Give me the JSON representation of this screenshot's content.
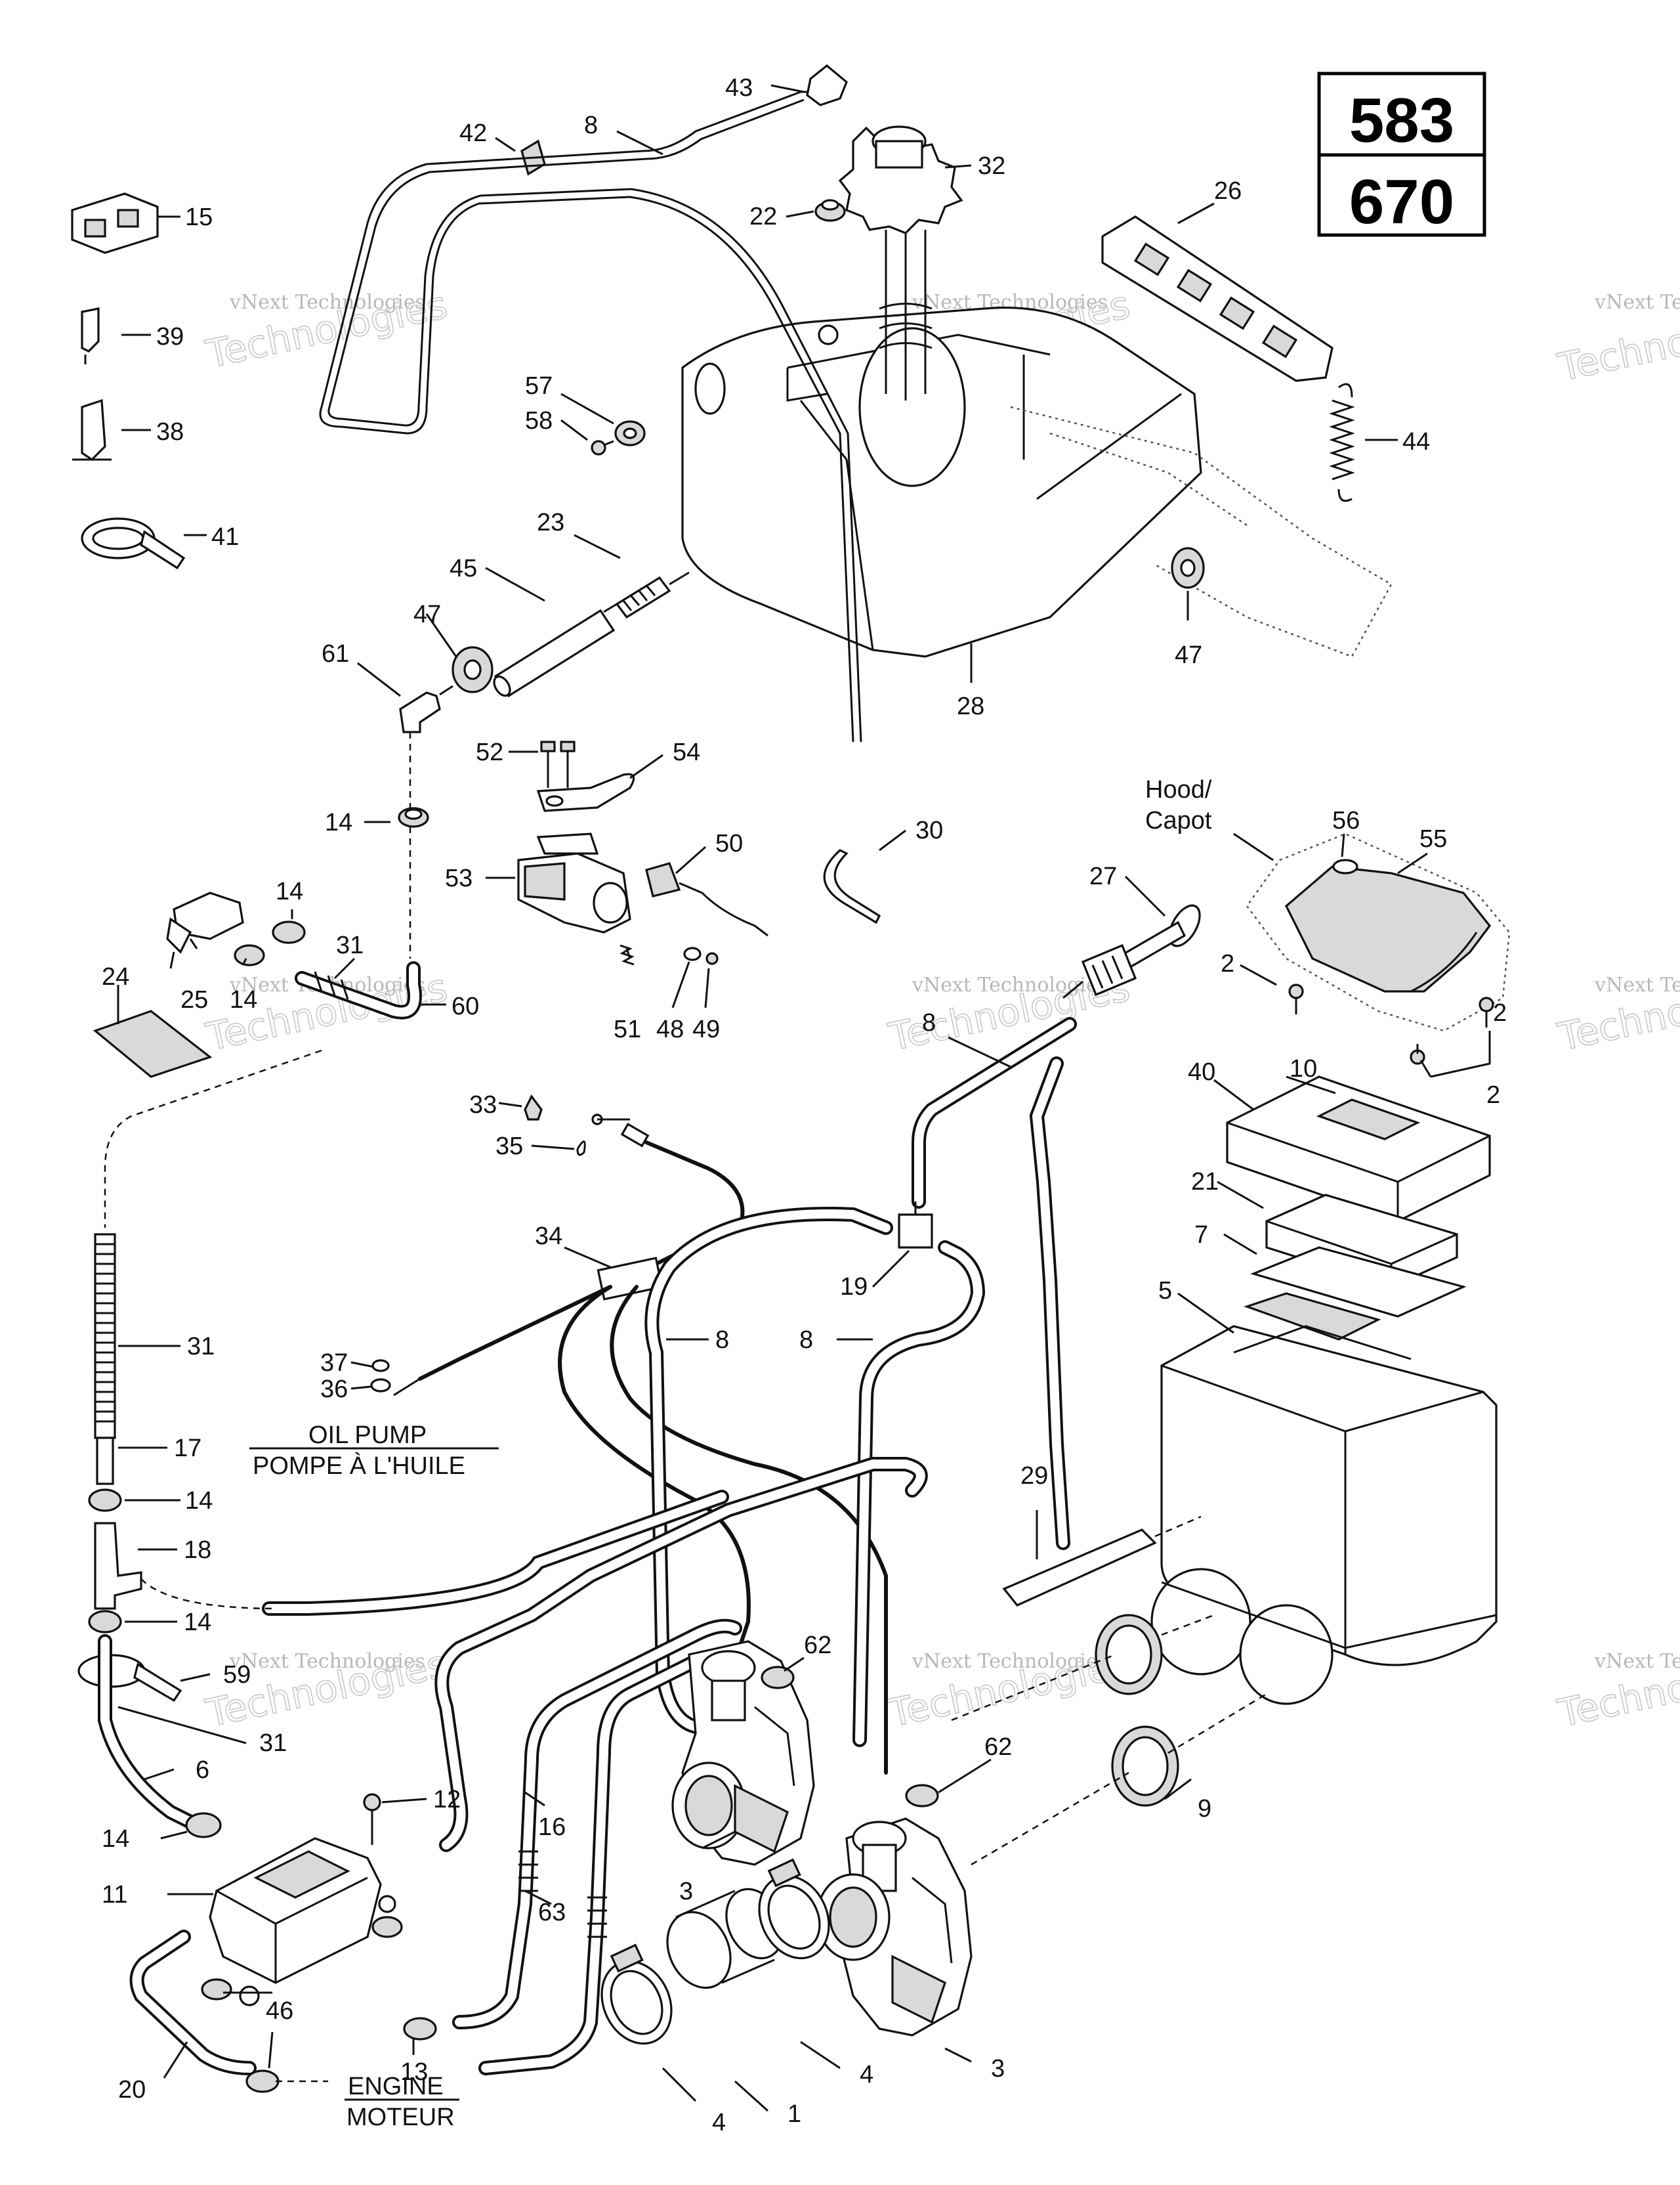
{
  "model_box": {
    "top": "583",
    "bottom": "670"
  },
  "captions": {
    "hood": [
      "Hood/",
      "Capot"
    ],
    "oil_pump": [
      "OIL PUMP",
      "POMPE À L'HUILE"
    ],
    "engine": [
      "ENGINE",
      "MOTEUR"
    ]
  },
  "watermark": {
    "line1": "vNext Technologies",
    "line2": "Technologies"
  },
  "callouts": [
    "43",
    "42",
    "8",
    "32",
    "22",
    "26",
    "15",
    "39",
    "38",
    "41",
    "57",
    "58",
    "44",
    "23",
    "45",
    "47",
    "47",
    "28",
    "61",
    "52",
    "54",
    "14",
    "50",
    "53",
    "30",
    "27",
    "56",
    "55",
    "14",
    "25",
    "14",
    "31",
    "60",
    "24",
    "51",
    "48",
    "49",
    "2",
    "2",
    "2",
    "8",
    "10",
    "40",
    "33",
    "35",
    "21",
    "34",
    "7",
    "5",
    "19",
    "8",
    "8",
    "31",
    "37",
    "36",
    "17",
    "14",
    "29",
    "18",
    "14",
    "62",
    "59",
    "31",
    "6",
    "12",
    "62",
    "14",
    "16",
    "11",
    "3",
    "63",
    "9",
    "46",
    "13",
    "4",
    "3",
    "1",
    "20",
    "4"
  ]
}
